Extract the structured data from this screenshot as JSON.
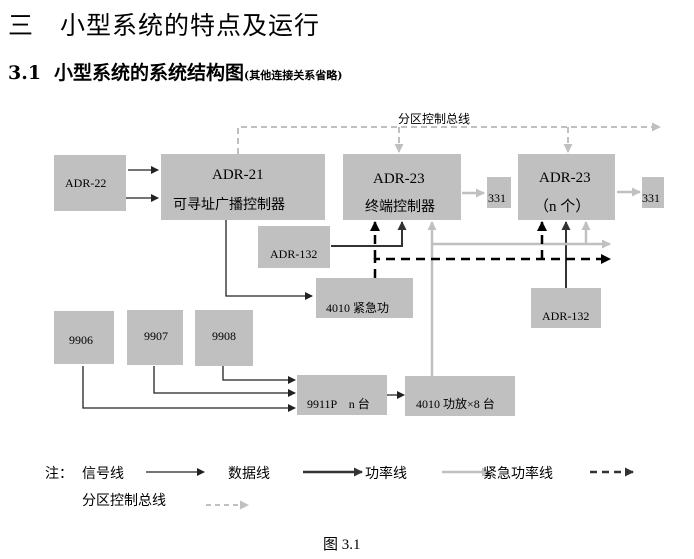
{
  "heading": {
    "number": "三",
    "title": "小型系统的特点及运行"
  },
  "subheading": {
    "number": "3.1",
    "title": "小型系统的系统结构图",
    "note": "(其他连接关系省略)"
  },
  "bus_label": "分区控制总线",
  "boxes": {
    "adr22": {
      "label": "ADR-22"
    },
    "adr21": {
      "line1": "ADR-21",
      "line2": "可寻址广播控制器"
    },
    "adr23a": {
      "line1": "ADR-23",
      "line2": "终端控制器"
    },
    "adr23b": {
      "line1": "ADR-23",
      "line2": "（n 个）"
    },
    "s331a": {
      "label": "331"
    },
    "s331b": {
      "label": "331"
    },
    "adr132a": {
      "label": "ADR-132"
    },
    "adr132b": {
      "label": "ADR-132"
    },
    "e4010": {
      "label": "4010 紧急功"
    },
    "b9906": {
      "label": "9906"
    },
    "b9907": {
      "label": "9907"
    },
    "b9908": {
      "label": "9908"
    },
    "b9911": {
      "label": "9911P　n 台"
    },
    "p4010": {
      "label": "4010 功放×8 台"
    }
  },
  "legend": {
    "prefix": "注：",
    "items": [
      {
        "label": "信号线",
        "type": "signal"
      },
      {
        "label": "数据线",
        "type": "data"
      },
      {
        "label": "功率线",
        "type": "power"
      },
      {
        "label": "紧急功率线",
        "type": "emergency-power"
      },
      {
        "label": "分区控制总线",
        "type": "zone-bus"
      }
    ]
  },
  "colors": {
    "box": "#c0c0c0",
    "signal": "#000000",
    "data": "#333333",
    "power": "#c0c0c0",
    "emergency": "#000000",
    "bus": "#c0c0c0"
  },
  "caption": "图 3.1"
}
